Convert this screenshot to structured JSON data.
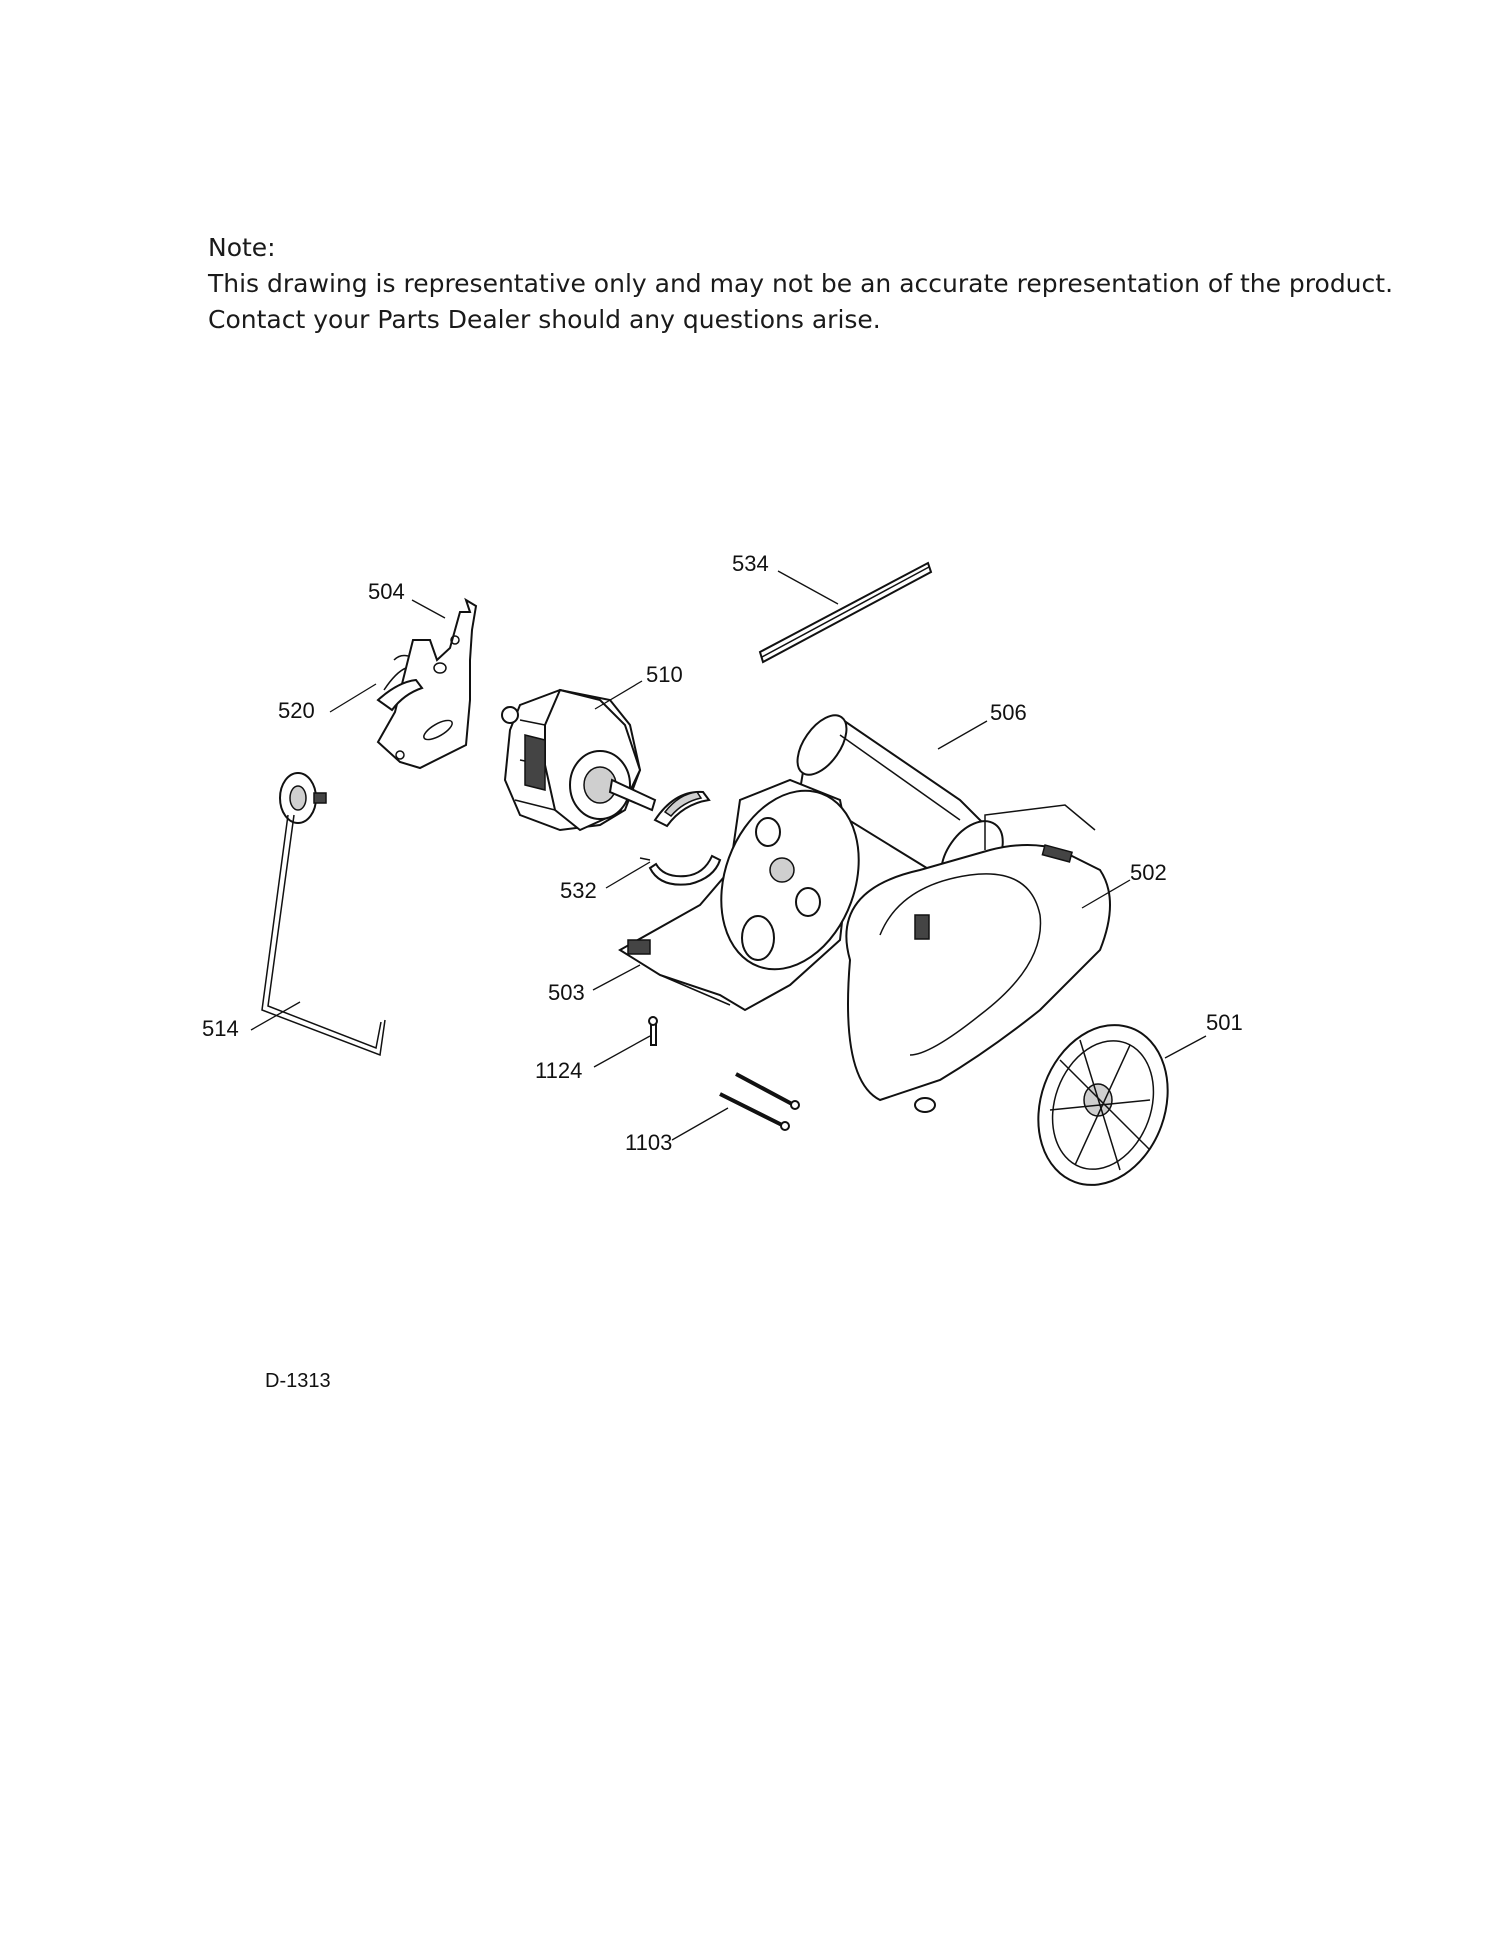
{
  "note": {
    "heading": "Note:",
    "line1": "This drawing is representative only and may not be an accurate representation of the product.",
    "line2": "Contact your Parts Dealer should any questions arise."
  },
  "callouts": {
    "p534": "534",
    "p504": "504",
    "p510": "510",
    "p506": "506",
    "p520": "520",
    "p532": "532",
    "p502": "502",
    "p503": "503",
    "p514": "514",
    "p501": "501",
    "p1124": "1124",
    "p1103": "1103"
  },
  "drawing_id": "D-1313"
}
